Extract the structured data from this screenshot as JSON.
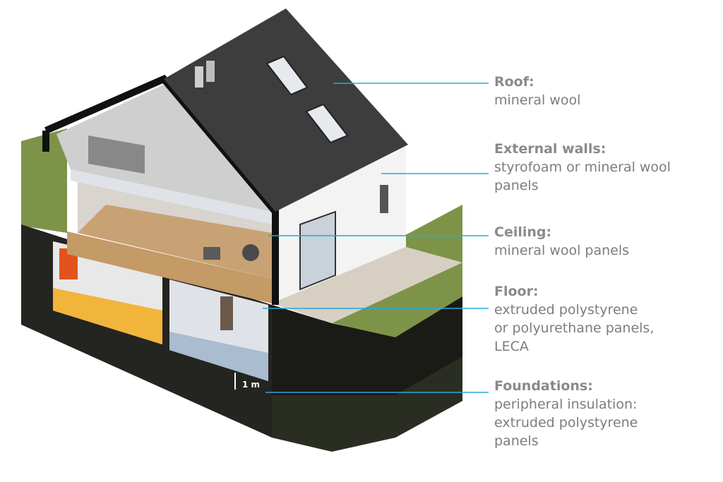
{
  "callouts": [
    {
      "title": "Roof:",
      "desc": "mineral wool"
    },
    {
      "title": "External walls:",
      "desc": "styrofoam or mineral wool\npanels"
    },
    {
      "title": "Ceiling:",
      "desc": "mineral wool panels"
    },
    {
      "title": "Floor:",
      "desc": "extruded polystyrene\nor polyurethane panels,\nLECA"
    },
    {
      "title": "Foundations:",
      "desc": "peripheral insulation:\nextruded polystyrene\npanels"
    }
  ],
  "dimension_label": "1 m",
  "colors": {
    "leader_line": "#29a8e0",
    "roof": "#3f3f3f",
    "grass": "#7d9448",
    "ground": "#1c1c18",
    "wall": "#f2f2f2",
    "floor_wood": "#c49a66",
    "floor_blue": "#a9bcd0",
    "floor_yellow": "#f2b53b",
    "boiler": "#e2541b"
  }
}
